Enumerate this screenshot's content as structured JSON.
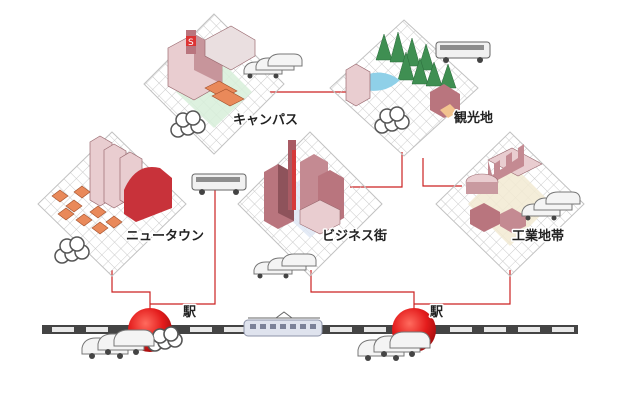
{
  "diagram": {
    "areas": {
      "campus": "キャンパス",
      "tourism": "観光地",
      "newtown": "ニュータウン",
      "business": "ビジネス街",
      "industrial": "工業地帯"
    },
    "stations": {
      "station_left": "駅",
      "station_right": "駅"
    }
  },
  "colors": {
    "connector_line": "#cc2222",
    "station_circle": "#e41c1c",
    "rail_dark": "#444444",
    "rail_light": "#e8e8e8",
    "building_main": "#b9757e",
    "building_light": "#e9cdd0",
    "forest": "#3f8f52",
    "water": "#8fd0e8",
    "campus_ground": "#d7efd9",
    "business_ground": "#dfe7f4",
    "industrial_ground": "#f2ead2",
    "roof_orange": "#e9895a"
  }
}
